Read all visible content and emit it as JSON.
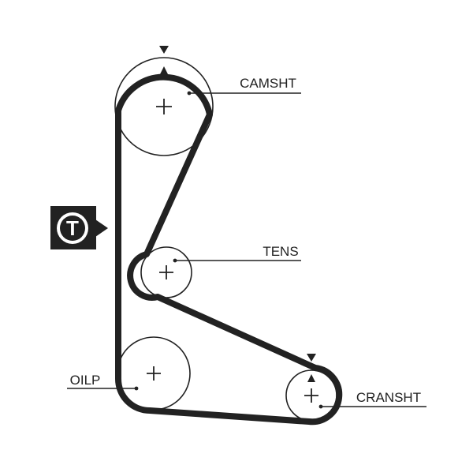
{
  "labels": {
    "camshaft": "CAMSHT",
    "tensioner": "TENS",
    "oil_pump": "OILP",
    "crankshaft": "CRANSHT"
  },
  "badge": {
    "letter": "T"
  },
  "colors": {
    "line": "#222222",
    "background": "#ffffff",
    "badge_fill": "#222222",
    "badge_text": "#ffffff"
  }
}
